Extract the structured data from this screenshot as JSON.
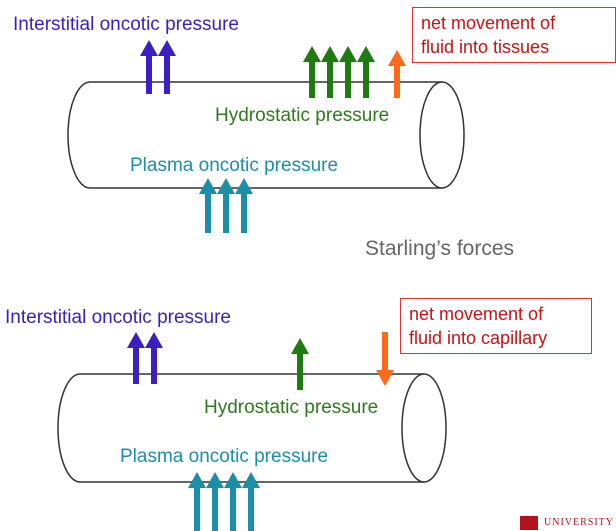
{
  "title": "Starling’s forces",
  "panel1": {
    "interstitial_label": "Interstitial oncotic pressure",
    "hydrostatic_label": "Hydrostatic pressure",
    "plasma_label": "Plasma oncotic pressure",
    "net_label_line1": "net movement of",
    "net_label_line2": "fluid into tissues",
    "arrow_counts": {
      "interstitial": 2,
      "hydrostatic": 4,
      "plasma": 3
    },
    "net_direction": "up"
  },
  "panel2": {
    "interstitial_label": "Interstitial oncotic pressure",
    "hydrostatic_label": "Hydrostatic pressure",
    "plasma_label": "Plasma oncotic pressure",
    "net_label_line1": "net movement of",
    "net_label_line2": "fluid into capillary",
    "arrow_counts": {
      "interstitial": 2,
      "hydrostatic": 1,
      "plasma": 4
    },
    "net_direction": "down"
  },
  "colors": {
    "interstitial": "#3a1fc4",
    "hydrostatic": "#1f7a12",
    "plasma": "#1b8fa8",
    "net": "#ff6a1a",
    "vessel": "#333333"
  }
}
